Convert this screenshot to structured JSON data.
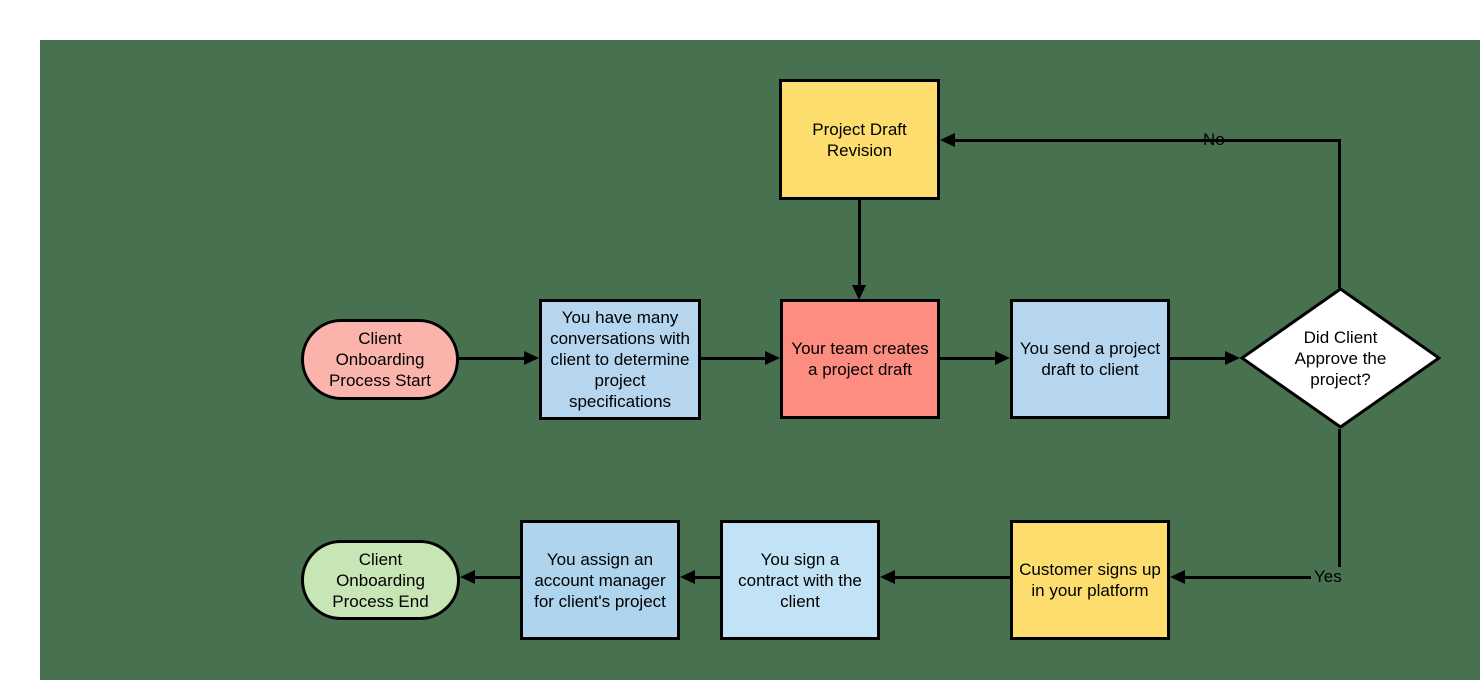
{
  "canvas": {
    "background": "#48714F",
    "page_background": "#FFFFFF",
    "stroke_color": "#000000"
  },
  "nodes": {
    "start": {
      "label": "Client\nOnboarding\nProcess Start",
      "shape": "terminator",
      "fill": "#FBB4AC"
    },
    "conversations": {
      "label": "You have many\nconversations with\nclient to determine\nproject\nspecifications",
      "shape": "process",
      "fill": "#B5D6EE"
    },
    "revision": {
      "label": "Project Draft\nRevision",
      "shape": "process",
      "fill": "#FCDD6E"
    },
    "team_creates": {
      "label": "Your team creates\na project draft",
      "shape": "process",
      "fill": "#FC8D80"
    },
    "send_draft": {
      "label": "You send a project\ndraft to client",
      "shape": "process",
      "fill": "#B5D6EE"
    },
    "decision": {
      "label": "Did Client\nApprove the\nproject?",
      "shape": "decision",
      "fill": "#FFFFFF"
    },
    "customer_signup": {
      "label": "Customer signs up\nin your platform",
      "shape": "process",
      "fill": "#FCDD6E"
    },
    "sign_contract": {
      "label": "You sign a\ncontract with the\nclient",
      "shape": "process",
      "fill": "#C2E2F6"
    },
    "assign_manager": {
      "label": "You assign an\naccount manager\nfor client's project",
      "shape": "process",
      "fill": "#AED4EE"
    },
    "end": {
      "label": "Client\nOnboarding\nProcess End",
      "shape": "terminator",
      "fill": "#C8E6B5"
    }
  },
  "edges": {
    "no_label": "No",
    "yes_label": "Yes"
  }
}
